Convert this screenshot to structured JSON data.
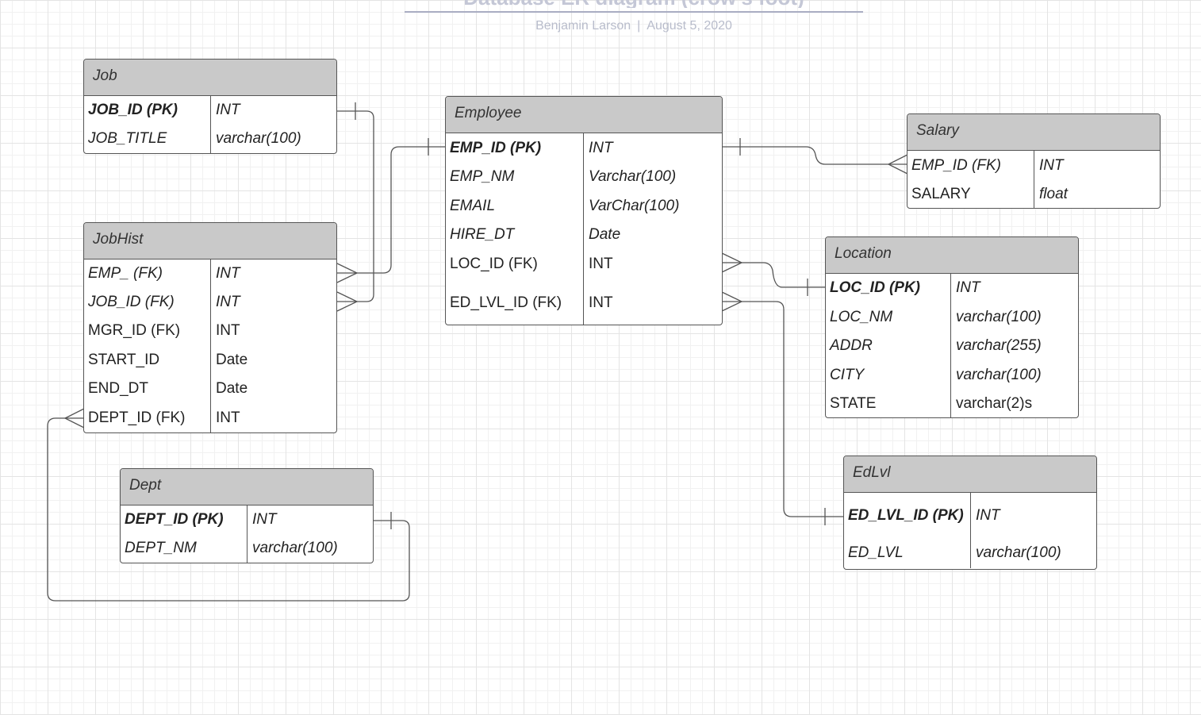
{
  "header": {
    "title": "Database ER diagram (crow's foot)",
    "author": "Benjamin Larson",
    "date": "August 5, 2020"
  },
  "colors": {
    "line": "#555555",
    "header_fill": "#c9c9c9",
    "title": "#c4c7d6"
  },
  "entities": {
    "job": {
      "name": "Job",
      "fields": [
        {
          "name": "JOB_ID (PK)",
          "type": "INT",
          "style": "bi",
          "type_style": "i"
        },
        {
          "name": "JOB_TITLE",
          "type": "varchar(100)",
          "style": "i",
          "type_style": "i"
        }
      ]
    },
    "jobhist": {
      "name": "JobHist",
      "fields": [
        {
          "name": "EMP_ (FK)",
          "type": "INT",
          "style": "i",
          "type_style": "i"
        },
        {
          "name": "JOB_ID (FK)",
          "type": "INT",
          "style": "i",
          "type_style": "i"
        },
        {
          "name": "MGR_ID (FK)",
          "type": "INT",
          "style": "",
          "type_style": ""
        },
        {
          "name": "START_ID",
          "type": "Date",
          "style": "",
          "type_style": ""
        },
        {
          "name": "END_DT",
          "type": "Date",
          "style": "",
          "type_style": ""
        },
        {
          "name": "DEPT_ID (FK)",
          "type": "INT",
          "style": "",
          "type_style": ""
        }
      ]
    },
    "dept": {
      "name": "Dept",
      "fields": [
        {
          "name": "DEPT_ID (PK)",
          "type": "INT",
          "style": "bi",
          "type_style": "i"
        },
        {
          "name": "DEPT_NM",
          "type": "varchar(100)",
          "style": "i",
          "type_style": "i"
        }
      ]
    },
    "employee": {
      "name": "Employee",
      "fields": [
        {
          "name": "EMP_ID (PK)",
          "type": "INT",
          "style": "bi",
          "type_style": "i"
        },
        {
          "name": "EMP_NM",
          "type": "Varchar(100)",
          "style": "i",
          "type_style": "i"
        },
        {
          "name": "EMAIL",
          "type": "VarChar(100)",
          "style": "i",
          "type_style": "i"
        },
        {
          "name": "HIRE_DT",
          "type": "Date",
          "style": "i",
          "type_style": "i"
        },
        {
          "name": "LOC_ID (FK)",
          "type": "INT",
          "style": "",
          "type_style": ""
        },
        {
          "name": "ED_LVL_ID (FK)",
          "type": "INT",
          "style": "",
          "type_style": ""
        }
      ]
    },
    "salary": {
      "name": "Salary",
      "fields": [
        {
          "name": "EMP_ID (FK)",
          "type": "INT",
          "style": "i",
          "type_style": "i"
        },
        {
          "name": "SALARY",
          "type": "float",
          "style": "",
          "type_style": "i"
        }
      ]
    },
    "location": {
      "name": "Location",
      "fields": [
        {
          "name": "LOC_ID (PK)",
          "type": "INT",
          "style": "bi",
          "type_style": "i"
        },
        {
          "name": "LOC_NM",
          "type": "varchar(100)",
          "style": "i",
          "type_style": "i"
        },
        {
          "name": "ADDR",
          "type": "varchar(255)",
          "style": "i",
          "type_style": "i"
        },
        {
          "name": "CITY",
          "type": "varchar(100)",
          "style": "i",
          "type_style": "i"
        },
        {
          "name": "STATE",
          "type": "varchar(2)s",
          "style": "",
          "type_style": ""
        }
      ]
    },
    "edlvl": {
      "name": "EdLvl",
      "fields": [
        {
          "name": "ED_LVL_ID (PK)",
          "type": "INT",
          "style": "bi",
          "type_style": "i"
        },
        {
          "name": "ED_LVL",
          "type": "varchar(100)",
          "style": "i",
          "type_style": "i"
        }
      ]
    }
  }
}
